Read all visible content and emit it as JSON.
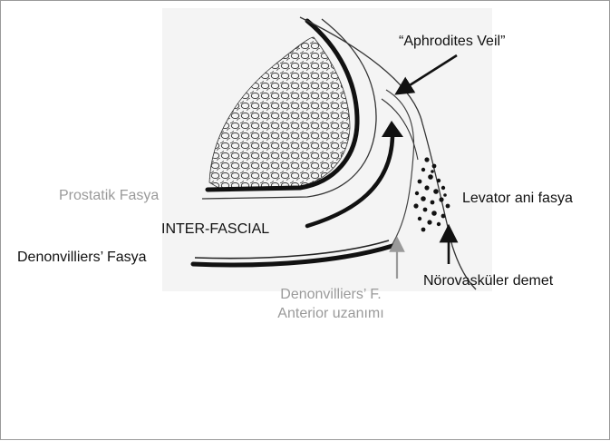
{
  "labels": {
    "aphrodites_veil": "“Aphrodites Veil”",
    "prostatik_fasya": "Prostatik Fasya",
    "levator_ani_fasya": "Levator ani fasya",
    "inter_fascial": "INTER-FASCIAL",
    "denonvilliers_fasya": "Denonvilliers’ Fasya",
    "norovaskuler_demet": "Nörovasküler demet",
    "denonvilliers_anterior_line1": "Denonvilliers’ F.",
    "denonvilliers_anterior_line2": "Anterior uzanımı"
  },
  "colors": {
    "ink": "#111111",
    "grey_label": "#9a9a9a",
    "panel_background": "#f4f4f4"
  }
}
